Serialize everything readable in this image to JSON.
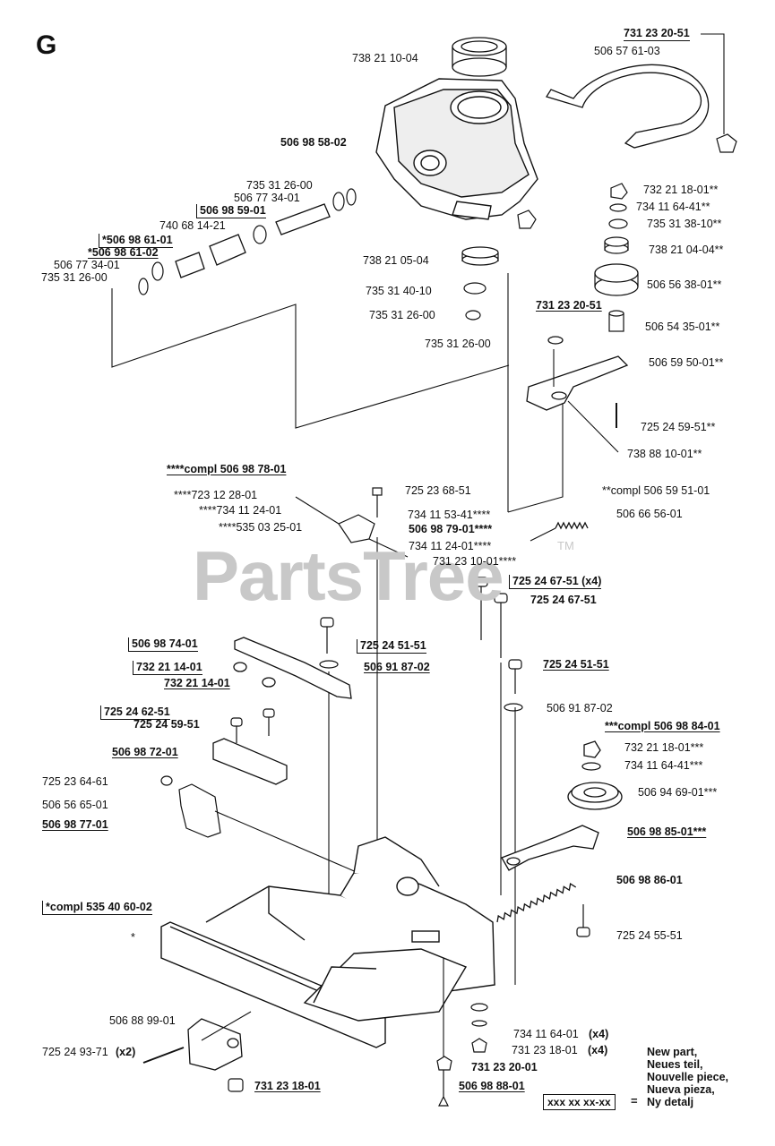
{
  "section": "G",
  "watermark": "PartsTree",
  "watermark_tm": "TM",
  "labels": {
    "l_7382110": "738 21 10-04",
    "l_5065761": "506 57 61-03",
    "l_7312320a": "731 23 20-51",
    "l_5069858": "506 98 58-02",
    "l_7353126a": "735 31 26-00",
    "l_5067734a": "506 77 34-01",
    "l_5069859": "506 98 59-01",
    "l_7406814": "740 68 14-21",
    "l_5069861a": "*506 98 61-01",
    "l_5069861b": "*506 98 61-02",
    "l_5067734b": "506 77 34-01",
    "l_7353126b": "735 31 26-00",
    "l_7382105": "738 21 05-04",
    "l_7353140": "735 31 40-10",
    "l_7353126c": "735 31 26-00",
    "l_7353126d": "735 31 26-00",
    "l_7322118a": "732 21 18-01**",
    "l_7341164a": "734 11 64-41**",
    "l_7353138": "735 31 38-10**",
    "l_7382104": "738 21 04-04**",
    "l_5065638": "506 56 38-01**",
    "l_7312320b": "731 23 20-51",
    "l_5065435": "506 54 35-01**",
    "l_5065950": "506 59 50-01**",
    "l_7252459a": "725 24 59-51**",
    "l_7388810": "738 88 10-01**",
    "l_compl5069878": "****compl 506 98 78-01",
    "l_7231228": "****723 12 28-01",
    "l_7341124a": "****734 11 24-01",
    "l_5350325": "****535 03 25-01",
    "l_7252368": "725 23 68-51",
    "l_7341153": "734 11 53-41****",
    "l_5069879": "506 98 79-01****",
    "l_7341124b": "734 11 24-01****",
    "l_7312310": "731 23 10-01****",
    "l_compl5065951": "**compl 506 59 51-01",
    "l_5066656": "506 66 56-01",
    "l_7252467x4": "725 24 67-51 (x4)",
    "l_7252467": "725 24 67-51",
    "l_5069874": "506 98 74-01",
    "l_7322114a": "732 21 14-01",
    "l_7322114b": "732 21 14-01",
    "l_7252451a": "725 24 51-51",
    "l_5069187a": "506 91 87-02",
    "l_7252451b": "725 24 51-51",
    "l_7252462": "725 24 62-51",
    "l_7252459b": "725 24 59-51",
    "l_5069187b": "506 91 87-02",
    "l_compl5069884": "***compl 506 98 84-01",
    "l_5069872": "506 98 72-01",
    "l_7322118b": "732 21 18-01***",
    "l_7341164b": "734 11 64-41***",
    "l_7252364": "725 23 64-61",
    "l_5069469": "506 94 69-01***",
    "l_5065665": "506 56 65-01",
    "l_5069877": "506 98 77-01",
    "l_5069885": "506 98 85-01***",
    "l_5069886": "506 98 86-01",
    "l_compl5354060": "*compl 535 40 60-02",
    "l_star": "*",
    "l_7252455": "725 24 55-51",
    "l_5068899": "506 88 99-01",
    "l_7341164x4": "734 11 64-01",
    "l_x4a": "(x4)",
    "l_7312318x4": "731 23 18-01",
    "l_x4b": "(x4)",
    "l_7252493": "725 24 93-71",
    "l_x2": "(x2)",
    "l_7312320c": "731 23 20-01",
    "l_7312318": "731 23 18-01",
    "l_5069888": "506 98 88-01"
  },
  "legend": {
    "lines": [
      "New part,",
      "Neues teil,",
      "Nouvelle piece,",
      "Nueva pieza,",
      "Ny detalj"
    ],
    "box": "xxx xx xx-xx",
    "eq": "="
  }
}
